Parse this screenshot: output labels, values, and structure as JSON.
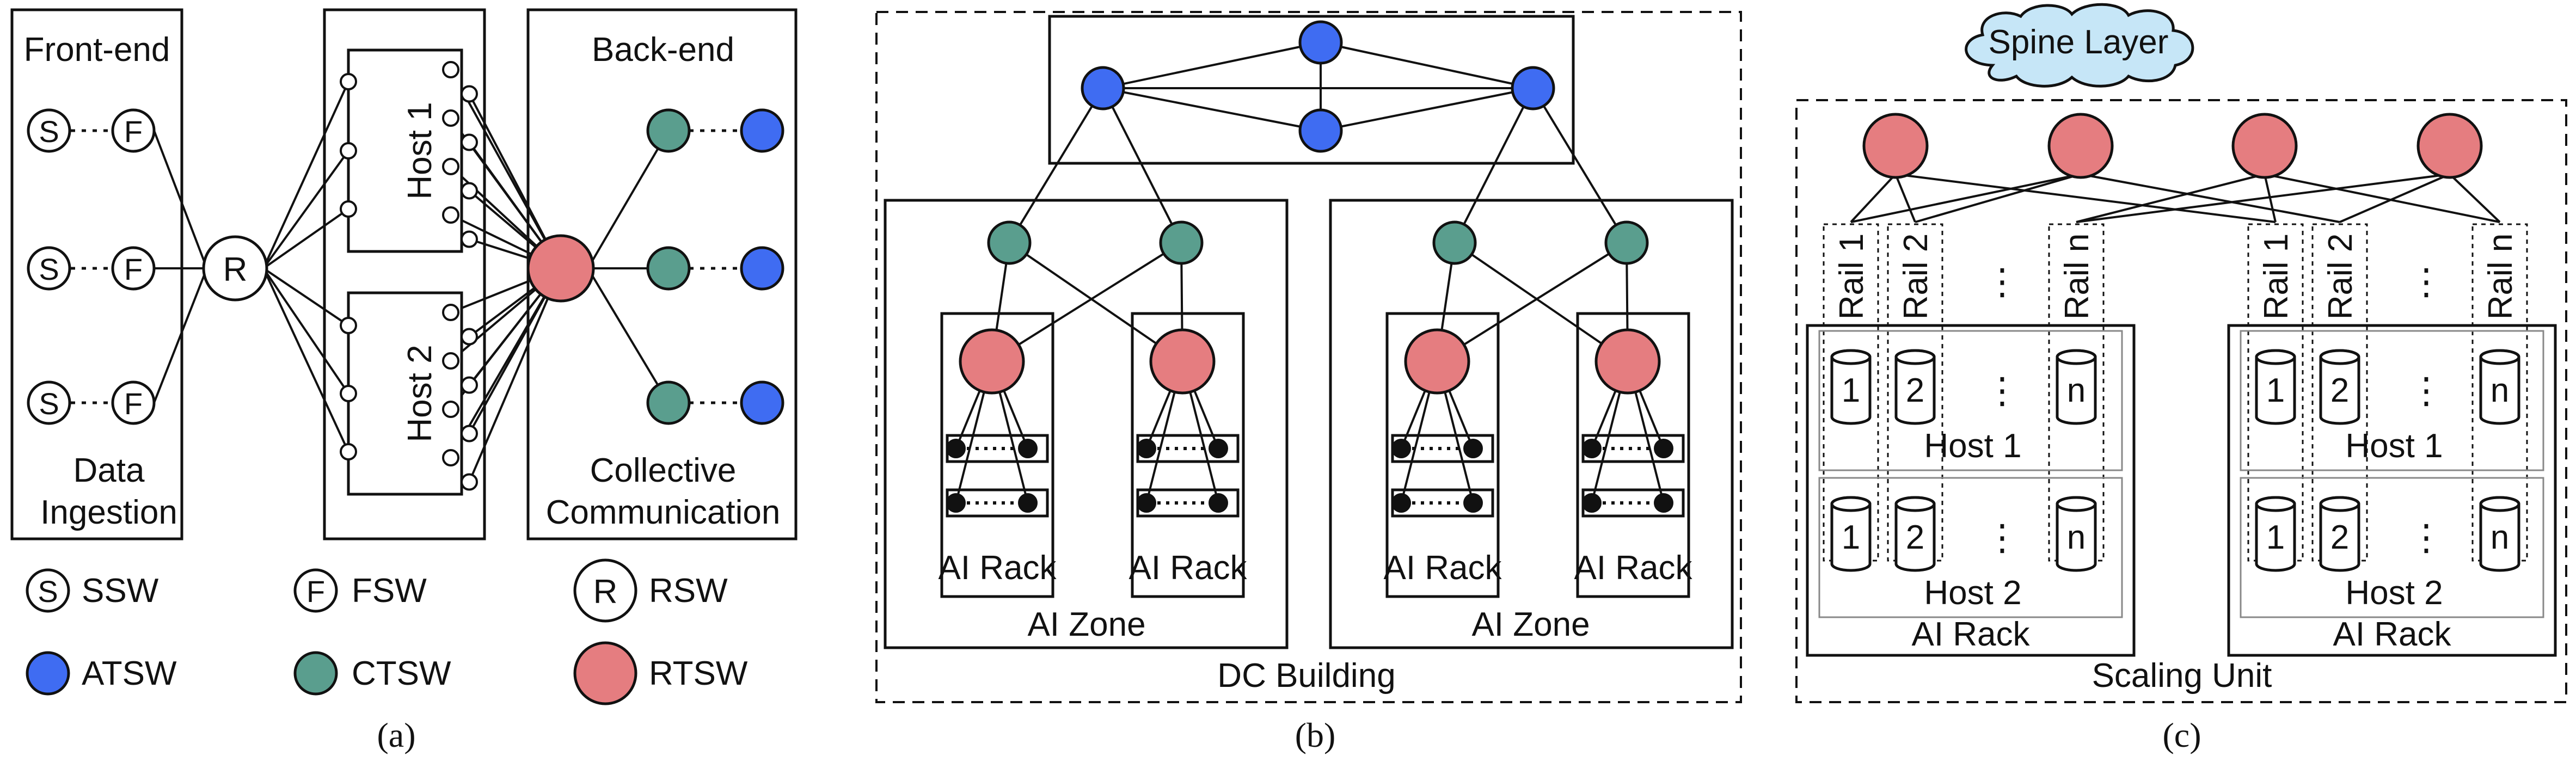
{
  "colors": {
    "atsw": "#3f6cf2",
    "ctsw": "#5a9e8e",
    "rtsw": "#e57d80",
    "spine": "#c6e6f7",
    "stroke": "#111111"
  },
  "panel_a": {
    "caption": "(a)",
    "frontend_label": "Front-end",
    "backend_label": "Back-end",
    "host1_label": "Host 1",
    "host2_label": "Host 2",
    "ssw_letter": "S",
    "fsw_letter": "F",
    "rsw_letter": "R",
    "data_ingestion_line1": "Data",
    "data_ingestion_line2": "Ingestion",
    "collective_line1": "Collective",
    "collective_line2": "Communication",
    "legend": {
      "ssw": "SSW",
      "fsw": "FSW",
      "rsw": "RSW",
      "atsw": "ATSW",
      "ctsw": "CTSW",
      "rtsw": "RTSW"
    }
  },
  "panel_b": {
    "caption": "(b)",
    "building_label": "DC Building",
    "zone_label": "AI Zone",
    "rack_label": "AI Rack"
  },
  "panel_c": {
    "caption": "(c)",
    "spine_label": "Spine Layer",
    "scaling_unit_label": "Scaling Unit",
    "rack_label": "AI Rack",
    "host1_label": "Host 1",
    "host2_label": "Host 2",
    "rail_labels": [
      "Rail 1",
      "Rail 2",
      "Rail n"
    ],
    "gpu_labels": [
      "1",
      "2",
      "n"
    ],
    "ellipsis": "⋮"
  }
}
